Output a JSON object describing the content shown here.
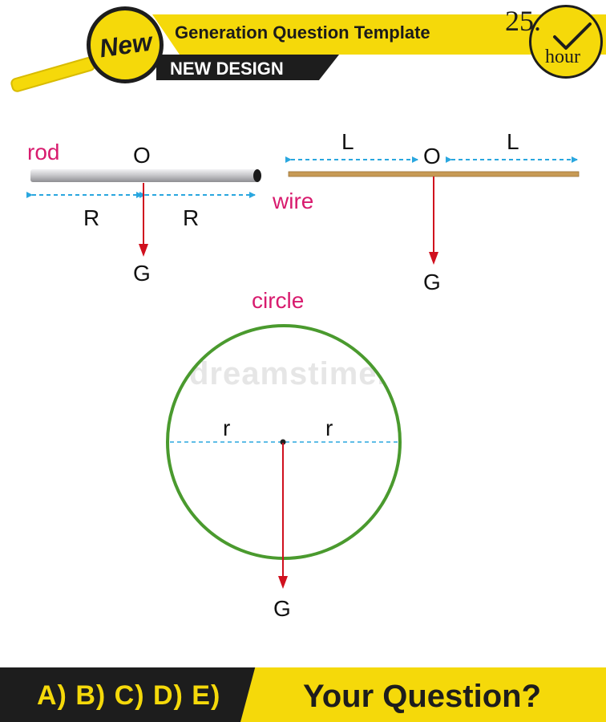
{
  "header": {
    "badge": "New",
    "title": "Generation Question Template",
    "subtitle": "NEW DESIGN",
    "clock_number": "25.",
    "clock_unit": "hour"
  },
  "diagram": {
    "rod": {
      "name": "rod",
      "center": "O",
      "half_left": "R",
      "half_right": "R",
      "weight": "G"
    },
    "wire": {
      "name": "wire",
      "center": "O",
      "half_left": "L",
      "half_right": "L",
      "weight": "G"
    },
    "circle": {
      "name": "circle",
      "radius_left": "r",
      "radius_right": "r",
      "weight": "G"
    }
  },
  "watermark": "dreamstime.",
  "footer": {
    "choices": "A) B) C) D) E)",
    "question": "Your Question?"
  },
  "colors": {
    "accent_yellow": "#f5d90a",
    "dark": "#1d1d1d",
    "label_magenta": "#d81b6e",
    "arrow_red": "#d0101e",
    "dimension_blue": "#2aa7df",
    "circle_green": "#4a9a2e",
    "wire_brown": "#c79a55",
    "rod_grey": "#c9c9cc"
  },
  "icons": [
    "magnifier-icon",
    "clock-icon",
    "checkmark-icon"
  ]
}
